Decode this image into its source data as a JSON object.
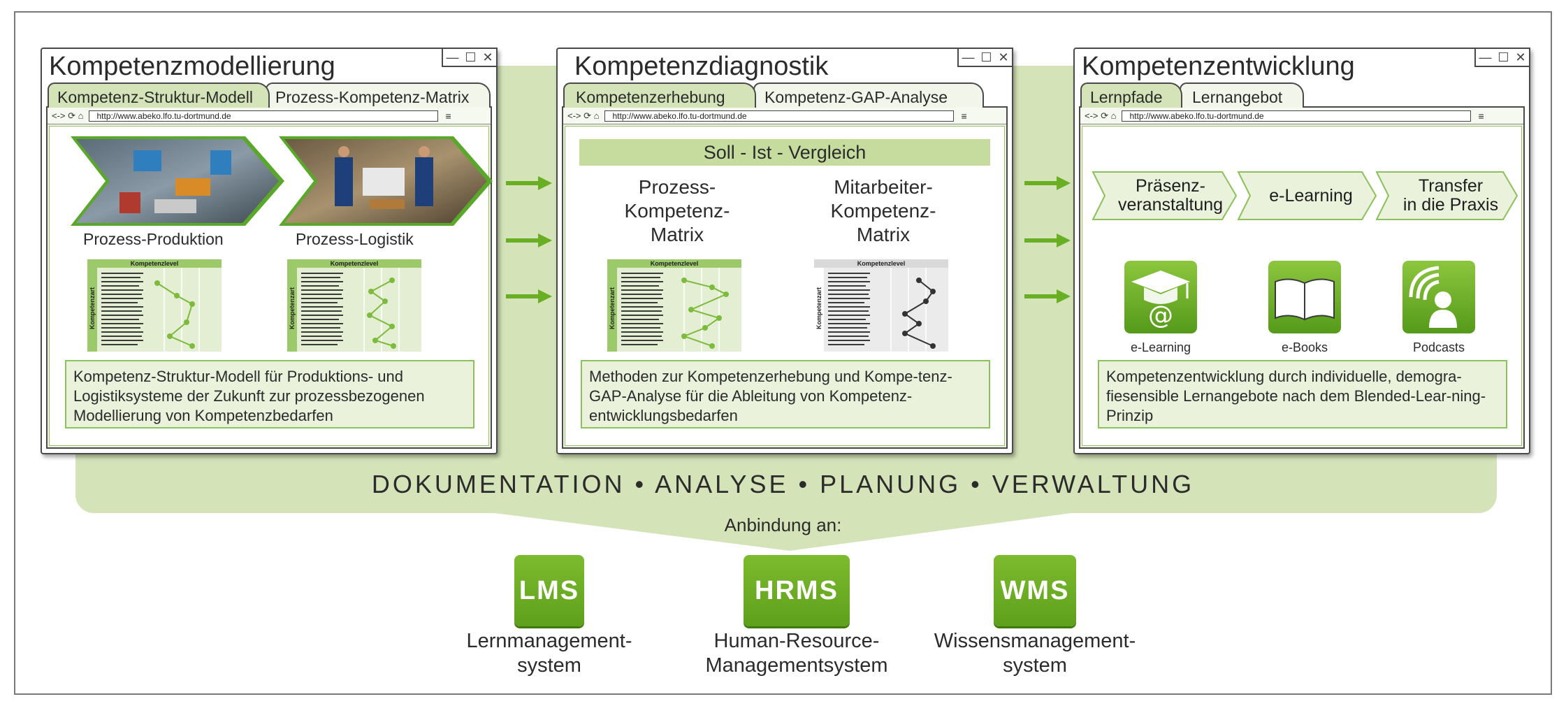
{
  "colors": {
    "band": "#d4e3b8",
    "accent_green": "#6aae24",
    "light_green": "#eaf2dc",
    "border": "#4a4a4a"
  },
  "browser": {
    "url": "http://www.abeko.lfo.tu-dortmund.de",
    "controls": [
      "—",
      "☐",
      "✕"
    ],
    "nav": "<-> ⟳ ⌂",
    "menu": "≡"
  },
  "windows": [
    {
      "title": "Kompetenzmodellierung",
      "tabs": [
        "Kompetenz-Struktur-Modell",
        "Prozess-Kompetenz-Matrix"
      ],
      "images": [
        "Prozess-Produktion",
        "Prozess-Logistik"
      ],
      "matrix_header": "Kompetenzlevel",
      "matrix_side": "Kompetenzart",
      "note": "Kompetenz-Struktur-Modell für Produktions- und Logistiksysteme der Zukunft zur prozessbezogenen Modellierung von Kompetenzbedarfen"
    },
    {
      "title": "Kompetenzdiagnostik",
      "tabs": [
        "Kompetenzerhebung",
        "Kompetenz-GAP-Analyse"
      ],
      "banner": "Soll - Ist - Vergleich",
      "matrix_titles": [
        "Prozess-\nKompetenz-\nMatrix",
        "Mitarbeiter-\nKompetenz-\nMatrix"
      ],
      "matrix_header": "Kompetenzlevel",
      "matrix_side": "Kompetenzart",
      "note": "Methoden zur Kompetenzerhebung  und Kompe-tenz-GAP-Analyse für die Ableitung von Kompetenz-entwicklungsbedarfen"
    },
    {
      "title": "Kompetenzentwicklung",
      "tabs": [
        "Lernpfade",
        "Lernangebot"
      ],
      "steps": [
        "Präsenz-\nveranstaltung",
        "e-Learning",
        "Transfer\nin die Praxis"
      ],
      "media": [
        {
          "label": "e-Learning",
          "icon": "graduation-cap-at-icon"
        },
        {
          "label": "e-Books",
          "icon": "open-book-icon"
        },
        {
          "label": "Podcasts",
          "icon": "podcast-person-icon"
        }
      ],
      "note": "Kompetenzentwicklung durch individuelle, demogra-fiesensible Lernangebote nach dem Blended-Lear-ning-Prinzip"
    }
  ],
  "footer": {
    "title": "DOKUMENTATION • ANALYSE • PLANUNG • VERWALTUNG",
    "anbindung": "Anbindung an:",
    "systems": [
      {
        "badge": "LMS",
        "label": "Lernmanagement-\nsystem"
      },
      {
        "badge": "HRMS",
        "label": "Human-Resource-\nManagementsystem"
      },
      {
        "badge": "WMS",
        "label": "Wissensmanagement-\nsystem"
      }
    ]
  }
}
